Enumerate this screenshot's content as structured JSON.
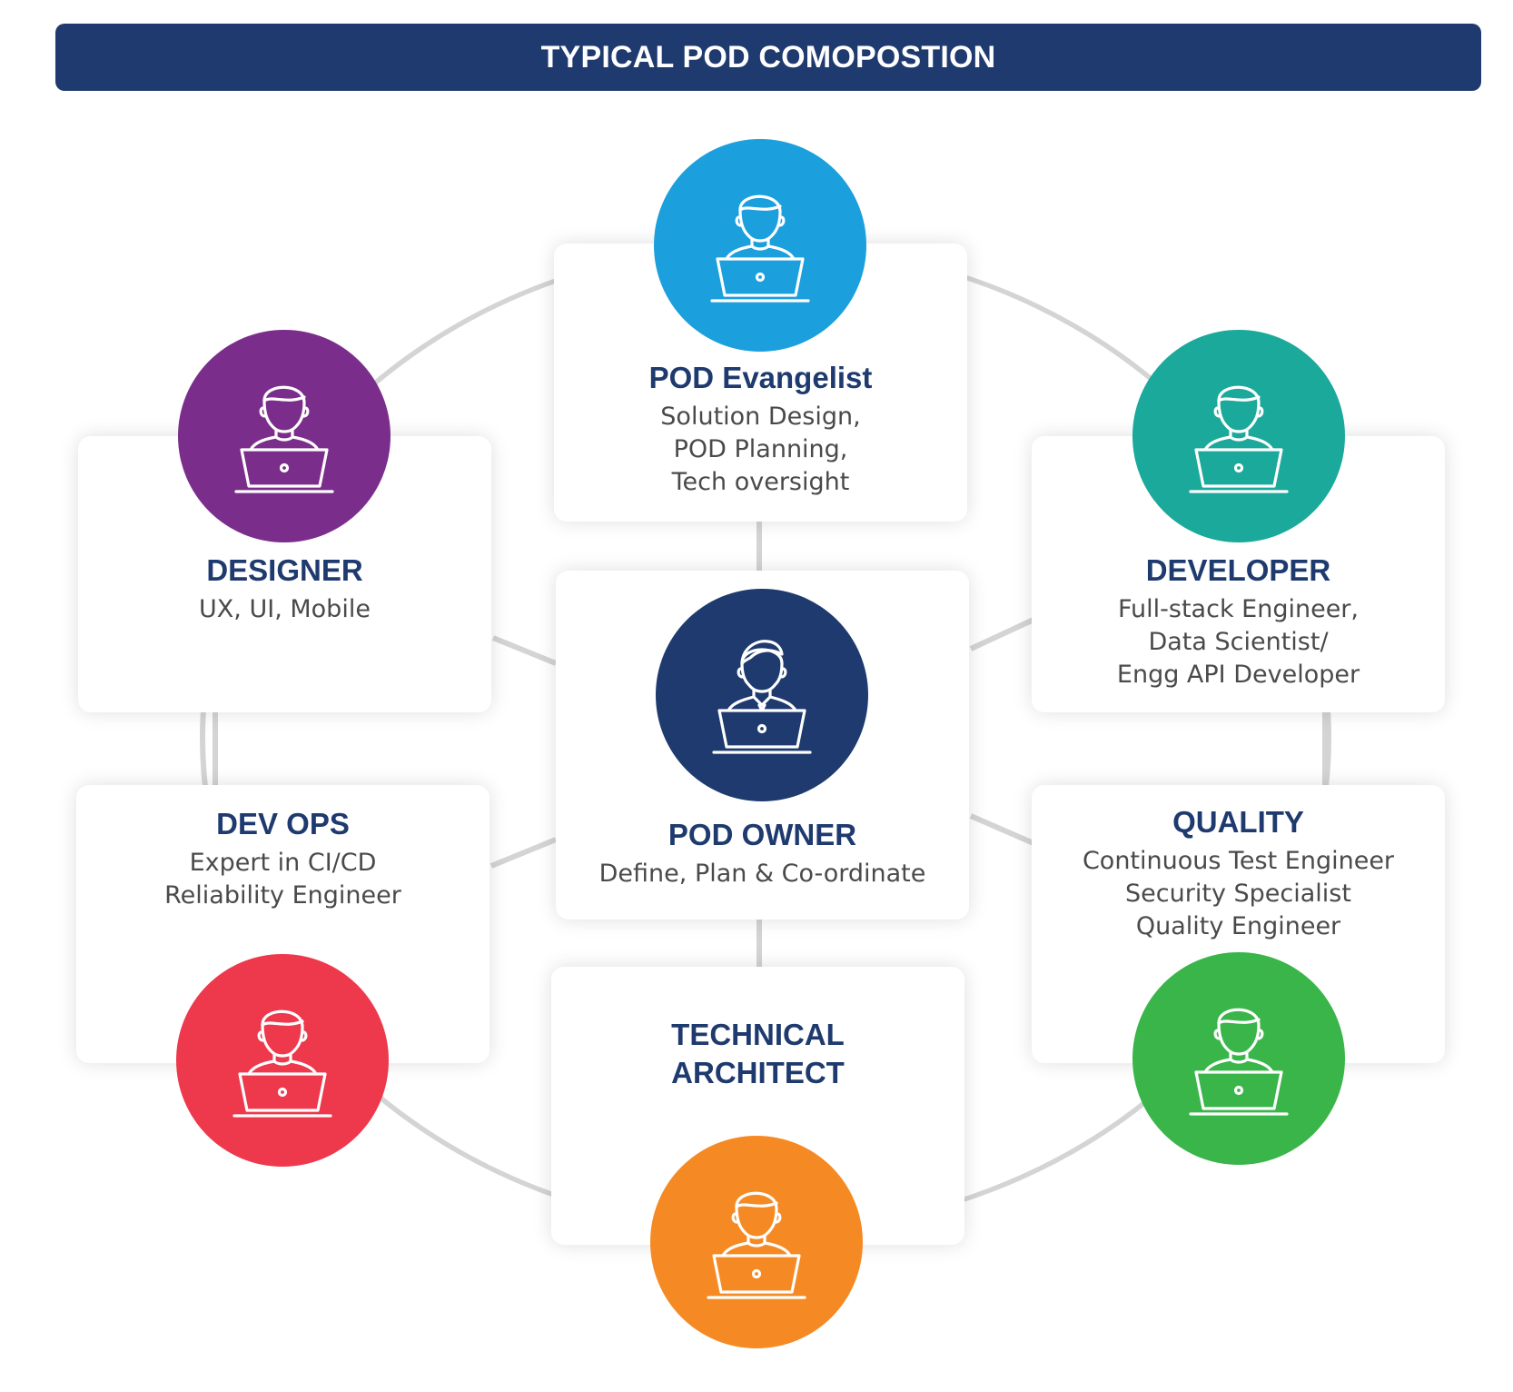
{
  "header": {
    "title": "TYPICAL POD COMOPOSTION"
  },
  "colors": {
    "navy": "#1e3a6e",
    "connector": "#d4d4d4",
    "evangelist": "#1c9fdd",
    "designer": "#7b2d8b",
    "developer": "#1aa99a",
    "owner": "#1e3a6e",
    "devops": "#ee384c",
    "quality": "#3ab54a",
    "architect": "#f58a24"
  },
  "roles": {
    "evangelist": {
      "title": "POD Evangelist",
      "desc": "Solution Design,\nPOD Planning,\nTech oversight",
      "icon": "person-laptop-icon"
    },
    "designer": {
      "title": "DESIGNER",
      "desc": "UX, UI, Mobile",
      "icon": "person-laptop-icon"
    },
    "developer": {
      "title": "DEVELOPER",
      "desc": "Full-stack Engineer,\nData Scientist/\nEngg API Developer",
      "icon": "person-laptop-icon"
    },
    "owner": {
      "title": "POD OWNER",
      "desc": "Define, Plan & Co-ordinate",
      "icon": "person-tie-laptop-icon"
    },
    "devops": {
      "title": "DEV OPS",
      "desc": "Expert in CI/CD\nReliability Engineer",
      "icon": "person-laptop-icon"
    },
    "quality": {
      "title": "QUALITY",
      "desc": "Continuous Test Engineer\nSecurity Specialist\nQuality Engineer",
      "icon": "person-laptop-icon"
    },
    "architect": {
      "title": "TECHNICAL\nARCHITECT",
      "desc": "",
      "icon": "person-laptop-icon"
    }
  }
}
